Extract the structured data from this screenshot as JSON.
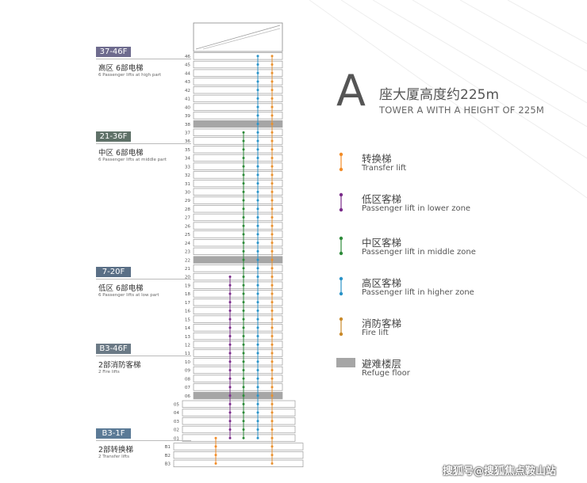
{
  "header": {
    "big_letter": "A",
    "title_cn": "座大厦高度约225m",
    "title_en": "TOWER A WITH A HEIGHT OF 225M"
  },
  "zones": [
    {
      "tag": "37-46F",
      "title": "高区 6部电梯",
      "subtitle": "6 Passenger lifts at high part",
      "color": "#6e6b8e"
    },
    {
      "tag": "21-36F",
      "title": "中区 6部电梯",
      "subtitle": "6 Passenger lifts at middle part",
      "color": "#5f7168"
    },
    {
      "tag": "7-20F",
      "title": "低区 6部电梯",
      "subtitle": "6 Passenger lifts at low part",
      "color": "#5a6f86"
    },
    {
      "tag": "B3-46F",
      "title": "2部消防客梯",
      "subtitle": "2 Fire lifts",
      "color": "#6b7a86"
    },
    {
      "tag": "B3-1F",
      "title": "2部转换梯",
      "subtitle": "2 Transfer lifts",
      "color": "#5b7a96"
    }
  ],
  "floors": [
    "46",
    "45",
    "44",
    "43",
    "42",
    "41",
    "40",
    "39",
    "38",
    "37",
    "36",
    "35",
    "34",
    "33",
    "32",
    "31",
    "30",
    "29",
    "28",
    "27",
    "26",
    "25",
    "24",
    "23",
    "22",
    "21",
    "20",
    "19",
    "18",
    "17",
    "16",
    "15",
    "14",
    "13",
    "12",
    "11",
    "10",
    "09",
    "08",
    "07",
    "06",
    "05",
    "04",
    "03",
    "02",
    "01",
    "B1",
    "B2",
    "B3"
  ],
  "refuge_floors": [
    "38",
    "22",
    "06"
  ],
  "lifts": [
    {
      "key": "transfer",
      "color": "#f28c28",
      "from": "B3",
      "to": "01"
    },
    {
      "key": "low",
      "color": "#7a2c8a",
      "from": "01",
      "to": "20"
    },
    {
      "key": "middle",
      "color": "#2e8b3a",
      "from": "01",
      "to": "37"
    },
    {
      "key": "high",
      "color": "#2a93c8",
      "from": "01",
      "to": "46"
    },
    {
      "key": "fire",
      "color": "#e9912f",
      "from": "B3",
      "to": "46"
    }
  ],
  "legend": [
    {
      "key": "transfer",
      "cn": "转换梯",
      "en": "Transfer lift",
      "color": "#f28c28"
    },
    {
      "key": "low",
      "cn": "低区客梯",
      "en": "Passenger lift in lower zone",
      "color": "#7a2c8a"
    },
    {
      "key": "middle",
      "cn": "中区客梯",
      "en": "Passenger lift in middle zone",
      "color": "#2e8b3a"
    },
    {
      "key": "high",
      "cn": "高区客梯",
      "en": "Passenger lift in higher zone",
      "color": "#2a93c8"
    },
    {
      "key": "fire",
      "cn": "消防客梯",
      "en": "Fire lift",
      "color": "#c98a2a"
    },
    {
      "key": "refuge",
      "cn": "避难楼层",
      "en": "Refuge floor",
      "color": "#a6a6a6"
    }
  ],
  "watermark": "搜狐号@搜狐焦点鞍山站"
}
